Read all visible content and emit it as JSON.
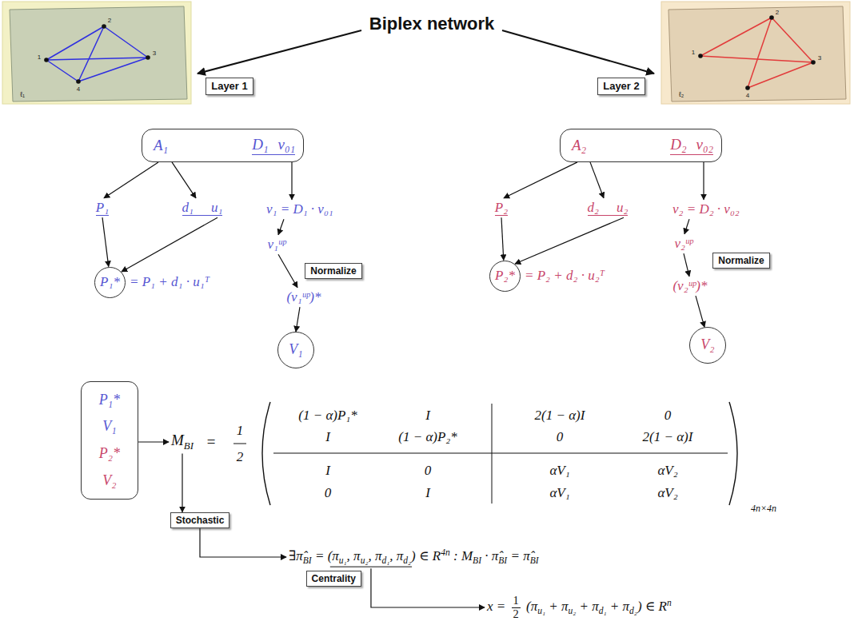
{
  "diagram": {
    "title": "Biplex network",
    "nodes": [
      {
        "text": [
          "Layer 1"
        ]
      },
      {
        "text": [
          "Layer 2"
        ]
      },
      {
        "text": [
          "A₁",
          "D₁",
          "v₀₁"
        ]
      },
      {
        "text": [
          "A₂",
          "D₂",
          "v₀₂"
        ]
      },
      {
        "text": [
          "P₁"
        ]
      },
      {
        "text": [
          "d₁",
          "u₁"
        ]
      },
      {
        "text": [
          "v₁ = D₁ · v₀₁"
        ]
      },
      {
        "text": [
          "P₂"
        ]
      },
      {
        "text": [
          "d₂",
          "u₂"
        ]
      },
      {
        "text": [
          "v₂ = D₂ · v₀₂"
        ]
      },
      {
        "text": [
          "v₁ᵘᵖ"
        ]
      },
      {
        "text": [
          "v₂ᵘᵖ"
        ]
      },
      {
        "text": [
          "Normalize"
        ]
      },
      {
        "text": [
          "Normalize"
        ]
      },
      {
        "text": [
          "P₁*",
          "= P₁ + d₁ · u₁ᵀ"
        ]
      },
      {
        "text": [
          "(v₁ᵘᵖ)*"
        ]
      },
      {
        "text": [
          "P₂*",
          "= P₂ + d₂ · u₂ᵀ"
        ]
      },
      {
        "text": [
          "(v₂ᵘᵖ)*"
        ]
      },
      {
        "text": [
          "V₁"
        ]
      },
      {
        "text": [
          "V₂"
        ]
      },
      {
        "text": [
          "P₁*",
          "V₁",
          "P₂*",
          "V₂"
        ]
      },
      {
        "text": [
          "M",
          "BI"
        ]
      },
      {
        "text": [
          "Stochastic"
        ]
      },
      {
        "text": [
          "∃π̂",
          "BI",
          " = (π",
          "u₁",
          ", π",
          "u₂",
          ", π",
          "d₁",
          ", π",
          "d₂",
          ") ∈ R",
          "4n",
          " : M",
          "BI",
          " · π̂",
          "BI",
          " = π̂",
          "BI"
        ]
      },
      {
        "text": [
          "Centrality"
        ]
      },
      {
        "text": [
          "x = ",
          "1",
          "2",
          " (π",
          "u₁",
          " + π",
          "u₂",
          " + π",
          "d₁",
          " + π",
          "d₂",
          ") ∈ R",
          "n"
        ]
      }
    ],
    "edges": [
      {
        "from": 2,
        "to": 4,
        "arrow": "to"
      },
      {
        "from": 2,
        "to": 5,
        "arrow": "to"
      },
      {
        "from": 2,
        "to": 6,
        "arrow": "to"
      },
      {
        "from": 4,
        "to": 14,
        "arrow": "to"
      },
      {
        "from": 5,
        "to": 14,
        "arrow": "to"
      },
      {
        "from": 6,
        "to": 10,
        "arrow": "to"
      },
      {
        "from": 10,
        "to": 15,
        "arrow": "to"
      },
      {
        "from": 15,
        "to": 18,
        "arrow": "to"
      },
      {
        "from": 3,
        "to": 7,
        "arrow": "to"
      },
      {
        "from": 3,
        "to": 8,
        "arrow": "to"
      },
      {
        "from": 3,
        "to": 9,
        "arrow": "to"
      },
      {
        "from": 7,
        "to": 16,
        "arrow": "to"
      },
      {
        "from": 8,
        "to": 16,
        "arrow": "to"
      },
      {
        "from": 9,
        "to": 11,
        "arrow": "to"
      },
      {
        "from": 11,
        "to": 17,
        "arrow": "to"
      },
      {
        "from": 17,
        "to": 19,
        "arrow": "to"
      },
      {
        "from": 20,
        "to": 21,
        "arrow": "to"
      },
      {
        "from": 21,
        "to": 22,
        "arrow": "to"
      },
      {
        "from": 22,
        "to": 23,
        "arrow": "to"
      },
      {
        "from": 23,
        "to": 25,
        "arrow": "to"
      }
    ],
    "labels": [
      "1",
      "2",
      "3",
      "4",
      "ℓ₁",
      "1",
      "2",
      "3",
      "4",
      "ℓ₂",
      "=",
      "1",
      "2",
      "(1 − α)P₁*",
      "I",
      "2(1 − α)I",
      "0",
      "I",
      "(1 − α)P₂*",
      "0",
      "2(1 − α)I",
      "I",
      "0",
      "αV₁",
      "αV₂",
      "0",
      "I",
      "αV₁",
      "αV₂",
      "4n×4n"
    ]
  }
}
